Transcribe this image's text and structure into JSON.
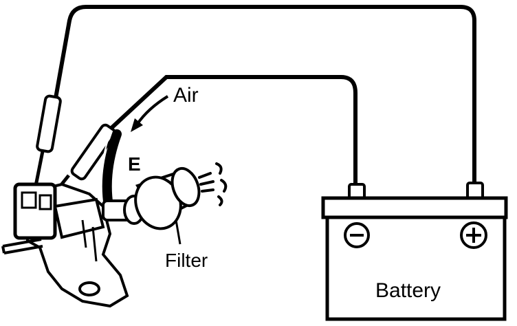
{
  "labels": {
    "air": "Air",
    "e": "E",
    "filter": "Filter",
    "battery": "Battery"
  },
  "terminals": {
    "negative": "−",
    "positive": "+"
  },
  "colors": {
    "ink": "#000000",
    "paper": "#ffffff"
  }
}
